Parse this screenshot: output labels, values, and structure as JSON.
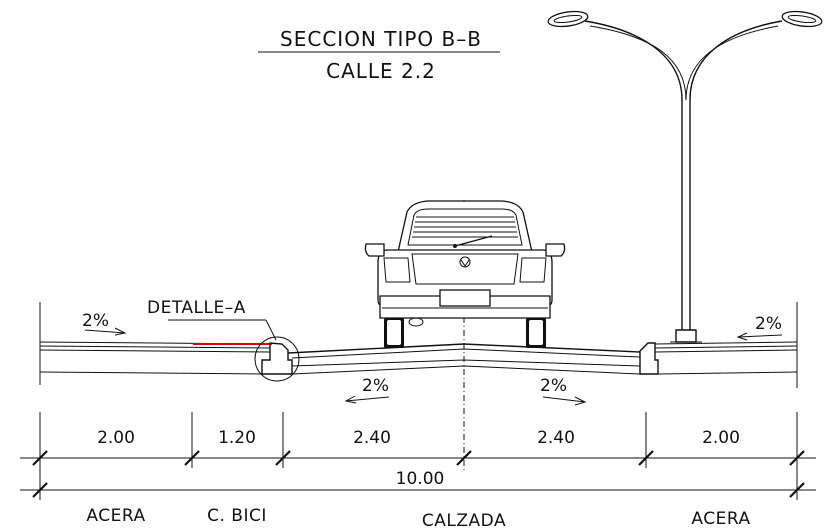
{
  "title": {
    "line1": "SECCION TIPO B–B",
    "line2": "CALLE 2.2"
  },
  "detail_callout": "DETALLE–A",
  "slopes": {
    "left_sidewalk": "2%",
    "right_sidewalk": "2%",
    "left_roadway": "2%",
    "right_roadway": "2%"
  },
  "dimensions": {
    "segments": [
      "2.00",
      "1.20",
      "2.40",
      "2.40",
      "2.00"
    ],
    "total": "10.00"
  },
  "zone_labels": {
    "left_sidewalk": "ACERA",
    "bike_lane": "C. BICI",
    "roadway": "CALZADA",
    "right_sidewalk": "ACERA"
  },
  "colors": {
    "line": "#111111",
    "highlight": "#e00000",
    "background": "#ffffff"
  }
}
